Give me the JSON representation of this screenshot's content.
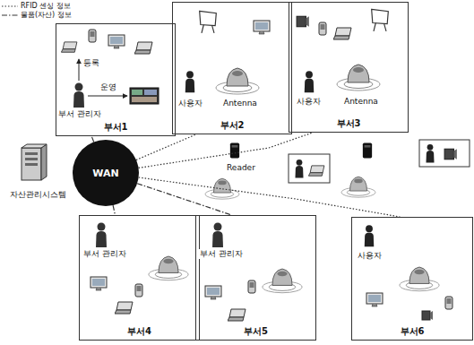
{
  "diagram": {
    "nodes": [
      {
        "text": [
          "부서1"
        ]
      },
      {
        "text": [
          "부서2"
        ]
      },
      {
        "text": [
          "부서3"
        ]
      },
      {
        "text": [
          "자산관리시스템"
        ]
      },
      {
        "text": [
          "WAN"
        ]
      },
      {
        "text": [
          "부서4"
        ]
      },
      {
        "text": [
          "부서5"
        ]
      },
      {
        "text": [
          "부서6"
        ]
      }
    ],
    "edges": [
      {
        "from": 4,
        "to": 3,
        "arrow": "none"
      },
      {
        "from": 4,
        "to": 0,
        "arrow": "none"
      },
      {
        "from": 4,
        "to": 1,
        "arrow": "none"
      },
      {
        "from": 4,
        "to": 2,
        "arrow": "none"
      },
      {
        "from": 4,
        "to": 5,
        "arrow": "none"
      },
      {
        "from": 4,
        "to": 6,
        "arrow": "none"
      },
      {
        "from": 4,
        "to": 7,
        "arrow": "none"
      }
    ],
    "labels": [
      "등록",
      "운영",
      "부서 관리자",
      "사용자",
      "Antenna",
      "사용자",
      "Antenna",
      "부서 관리자",
      "부서 관리자",
      "사용자",
      "Reader"
    ],
    "legend": [
      {
        "text": "RFID 센싱 정보"
      },
      {
        "text": "물품(자산) 정보"
      }
    ]
  }
}
